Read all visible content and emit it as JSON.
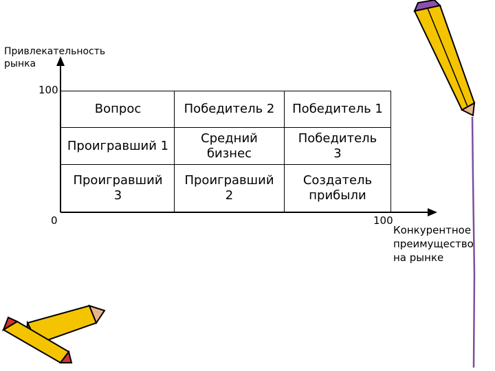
{
  "y_axis": {
    "title": "Привлекательность\nрынка",
    "max_label": "100",
    "zero_label": "0"
  },
  "x_axis": {
    "title": "Конкурентное\nпреимущество\nна рынке",
    "max_label": "100"
  },
  "matrix": {
    "rows": [
      [
        "Вопрос",
        "Победитель 2",
        "Победитель 1"
      ],
      [
        "Проигравший 1",
        "Средний\nбизнес",
        "Победитель\n3"
      ],
      [
        "Проигравший\n3",
        "Проигравший\n2",
        "Создатель\nприбыли"
      ]
    ]
  },
  "decorations": {
    "pencil_body": "#f5c400",
    "pencil_outline": "#000000",
    "pencil_tip": "#e8b48a",
    "eraser": "#d0342c",
    "cap_green": "#2e9e3a",
    "cap_purple": "#8a4fb0",
    "border_line": "#7a4fa0"
  }
}
